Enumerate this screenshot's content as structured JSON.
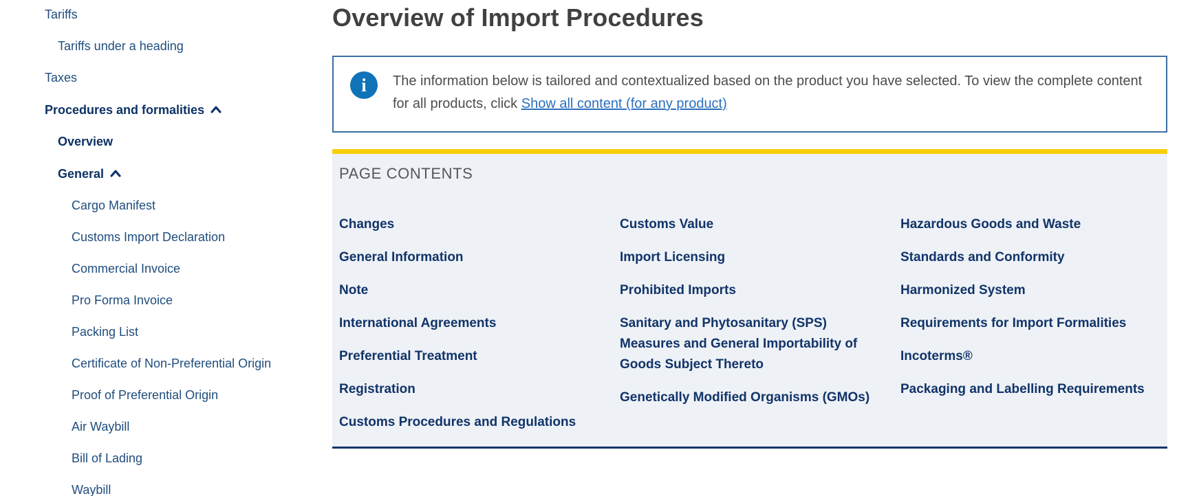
{
  "sidebar": {
    "items": [
      {
        "label": "Tariffs",
        "level": 1,
        "bold": false,
        "chevron": false
      },
      {
        "label": "Tariffs under a heading",
        "level": 2,
        "bold": false,
        "chevron": false
      },
      {
        "label": "Taxes",
        "level": 1,
        "bold": false,
        "chevron": false
      },
      {
        "label": "Procedures and formalities",
        "level": 1,
        "bold": true,
        "chevron": true
      },
      {
        "label": "Overview",
        "level": 2,
        "bold": true,
        "chevron": false
      },
      {
        "label": "General",
        "level": 2,
        "bold": true,
        "chevron": true
      },
      {
        "label": "Cargo Manifest",
        "level": 3,
        "bold": false,
        "chevron": false
      },
      {
        "label": "Customs Import Declaration",
        "level": 3,
        "bold": false,
        "chevron": false
      },
      {
        "label": "Commercial Invoice",
        "level": 3,
        "bold": false,
        "chevron": false
      },
      {
        "label": "Pro Forma Invoice",
        "level": 3,
        "bold": false,
        "chevron": false
      },
      {
        "label": "Packing List",
        "level": 3,
        "bold": false,
        "chevron": false
      },
      {
        "label": "Certificate of Non-Preferential Origin",
        "level": 3,
        "bold": false,
        "chevron": false
      },
      {
        "label": "Proof of Preferential Origin",
        "level": 3,
        "bold": false,
        "chevron": false
      },
      {
        "label": "Air Waybill",
        "level": 3,
        "bold": false,
        "chevron": false
      },
      {
        "label": "Bill of Lading",
        "level": 3,
        "bold": false,
        "chevron": false
      },
      {
        "label": "Waybill",
        "level": 3,
        "bold": false,
        "chevron": false
      }
    ]
  },
  "main": {
    "title": "Overview of Import Procedures",
    "info_box": {
      "icon": "info-icon",
      "icon_glyph": "i",
      "text": "The information below is tailored and contextualized based on the product you have selected. To view the complete content for all products, click",
      "link_label": "Show all content (for any product)"
    },
    "page_contents": {
      "heading": "PAGE CONTENTS",
      "columns": [
        [
          "Changes",
          "General Information",
          "Note",
          "International Agreements",
          "Preferential Treatment",
          "Registration",
          "Customs Procedures and Regulations"
        ],
        [
          "Customs Value",
          "Import Licensing",
          "Prohibited Imports",
          "Sanitary and Phytosanitary (SPS) Measures and General Importability of Goods Subject Thereto",
          "Genetically Modified Organisms (GMOs)"
        ],
        [
          "Hazardous Goods and Waste",
          "Standards and Conformity",
          "Harmonized System",
          "Requirements for Import Formalities",
          "Incoterms®",
          "Packaging and Labelling Requirements"
        ]
      ]
    }
  },
  "colors": {
    "sidebar_link_navy": "#1f4d7d",
    "sidebar_link_bold_navy": "#0d3264",
    "page_link_navy": "#113468",
    "title_gray": "#414141",
    "body_gray": "#4c4c4c",
    "heading_gray": "#54575b",
    "info_border_blue": "#3a6fa5",
    "info_icon_blue": "#0f73b8",
    "hyperlink_blue": "#2b6fbf",
    "accent_yellow": "#f8ce0b",
    "panel_bg": "#eef1f6"
  }
}
